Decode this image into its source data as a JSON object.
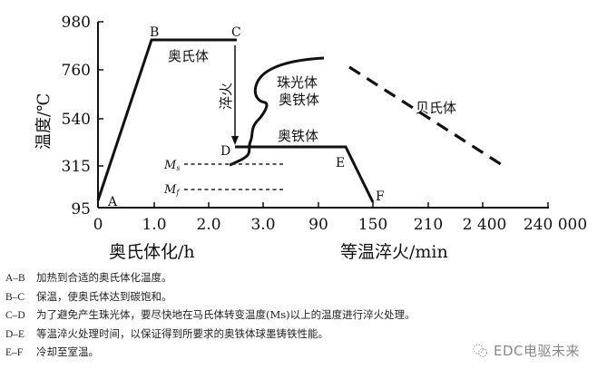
{
  "chart_data": {
    "type": "line",
    "title": "",
    "ylabel": "温度/℃",
    "y_ticks": [
      "95",
      "315",
      "540",
      "760",
      "980"
    ],
    "x_axis_segments": [
      {
        "label": "奥氏体化/h",
        "ticks": [
          "0",
          "1.0",
          "2.0",
          "3.0"
        ]
      },
      {
        "label": "等温淬火/min",
        "ticks": [
          "90",
          "150",
          "210",
          "2 400",
          "240 000"
        ]
      }
    ],
    "points": [
      {
        "name": "A",
        "x": "0",
        "y": 95
      },
      {
        "name": "B",
        "x": "0.9 h",
        "y": 890
      },
      {
        "name": "C",
        "x": "2.5 h",
        "y": 890
      },
      {
        "name": "D",
        "x": "2.5 h",
        "y": 400
      },
      {
        "name": "E",
        "x": "~120 min",
        "y": 400
      },
      {
        "name": "F",
        "x": "150 min",
        "y": 95
      }
    ],
    "region_labels": [
      "奥氏体",
      "珠光体",
      "奥铁体",
      "奥铁体",
      "贝氏体"
    ],
    "annotations": [
      "淬火",
      "Ms",
      "Mf"
    ],
    "series": [
      {
        "name": "heat-treatment-path",
        "style": "solid",
        "points": [
          "A",
          "B",
          "C",
          "D",
          "E",
          "F"
        ]
      },
      {
        "name": "pearlite-transformation-curve",
        "style": "solid"
      },
      {
        "name": "bainite-boundary",
        "style": "dashed"
      },
      {
        "name": "Ms-line",
        "style": "dotted"
      },
      {
        "name": "Mf-line",
        "style": "dotted"
      }
    ]
  },
  "diagram": {
    "y_axis_label": "温度/℃",
    "y_ticks": [
      "980",
      "760",
      "540",
      "315",
      "95"
    ],
    "x_ticks": [
      "0",
      "1.0",
      "2.0",
      "3.0",
      "90",
      "150",
      "210",
      "2 400",
      "240 000"
    ],
    "x_label_left": "奥氏体化/h",
    "x_label_right": "等温淬火/min",
    "point_labels": {
      "A": "A",
      "B": "B",
      "C": "C",
      "D": "D",
      "E": "E",
      "F": "F"
    },
    "regions": {
      "austenite": "奥氏体",
      "quench": "淬火",
      "pearlite": "珠光体",
      "ausferrite_upper": "奥铁体",
      "ausferrite_lower": "奥铁体",
      "bainite": "贝氏体"
    },
    "ms_label": "M",
    "ms_sub": "s",
    "mf_label": "M",
    "mf_sub": "f"
  },
  "notes": [
    {
      "key": "A–B",
      "text": "加热到合适的奥氏体化温度。"
    },
    {
      "key": "B–C",
      "text": "保温，使奥氏体达到碳饱和。"
    },
    {
      "key": "C–D",
      "text": "为了避免产生珠光体，要尽快地在马氏体转变温度(Ms)以上的温度进行淬火处理。"
    },
    {
      "key": "D–E",
      "text": "等温淬火处理时间，以保证得到所要求的奥铁体球墨铸铁性能。"
    },
    {
      "key": "E–F",
      "text": "冷却至室温。"
    }
  ],
  "watermark": {
    "text": "EDC电驱未来"
  },
  "colors": {
    "line": "#111111",
    "watermark": "#8a8a8a"
  }
}
